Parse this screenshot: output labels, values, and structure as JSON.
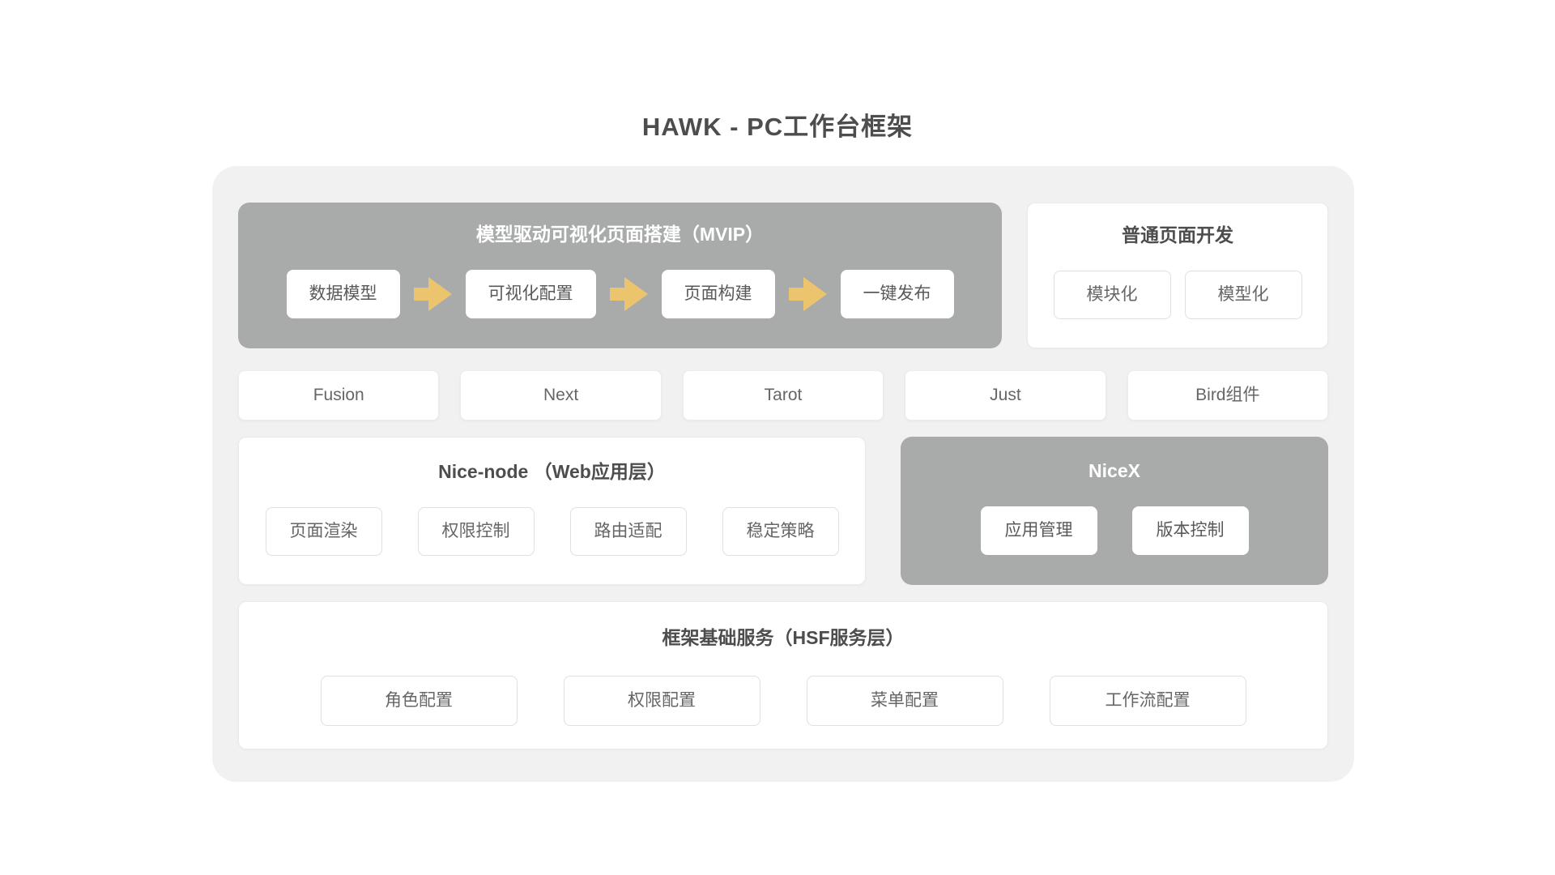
{
  "page": {
    "title": "HAWK - PC工作台框架"
  },
  "mvip": {
    "title": "模型驱动可视化页面搭建（MVIP）",
    "steps": [
      "数据模型",
      "可视化配置",
      "页面构建",
      "一键发布"
    ]
  },
  "normal_dev": {
    "title": "普通页面开发",
    "items": [
      "模块化",
      "模型化"
    ]
  },
  "component_row": [
    "Fusion",
    "Next",
    "Tarot",
    "Just",
    "Bird组件"
  ],
  "nice_node": {
    "title": "Nice-node （Web应用层）",
    "items": [
      "页面渲染",
      "权限控制",
      "路由适配",
      "稳定策略"
    ]
  },
  "nicex": {
    "title": "NiceX",
    "items": [
      "应用管理",
      "版本控制"
    ]
  },
  "hsf": {
    "title": "框架基础服务（HSF服务层）",
    "items": [
      "角色配置",
      "权限配置",
      "菜单配置",
      "工作流配置"
    ]
  },
  "colors": {
    "panel_gray": "#a9abaa",
    "container_bg": "#f1f1f1",
    "arrow_color": "#ecc46e",
    "title_text": "#4d4d4d",
    "label_text": "#666666",
    "border_light": "#e0e0e0",
    "card_border": "#eaeaea",
    "white": "#ffffff"
  }
}
